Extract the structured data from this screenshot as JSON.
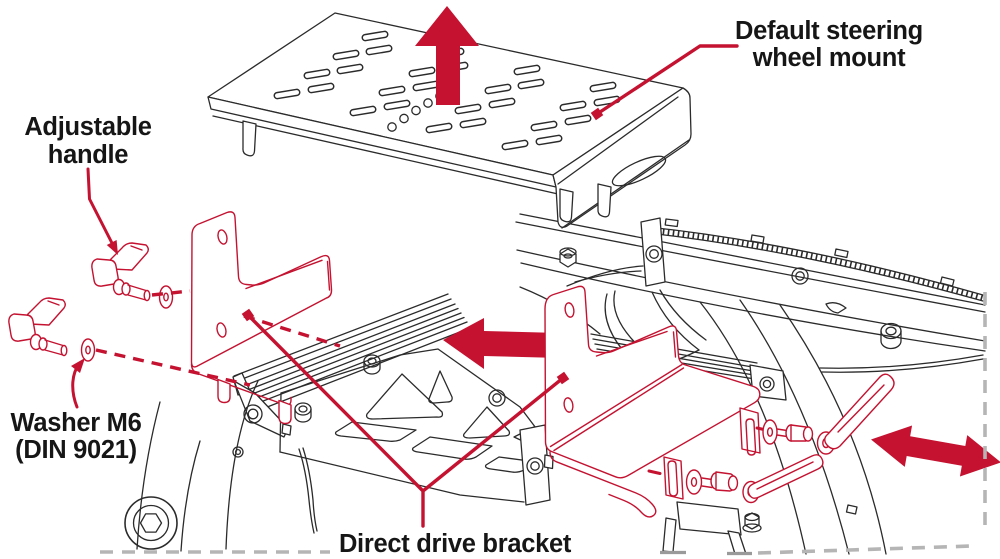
{
  "diagram": {
    "type": "exploded-assembly-instruction",
    "subject": "Sim racing rig wheel deck conversion to direct drive brackets",
    "labels": {
      "steering": {
        "line1": "Default steering",
        "line2": "wheel mount"
      },
      "handle": {
        "line1": "Adjustable",
        "line2": "handle"
      },
      "washer": {
        "line1": "Washer M6",
        "line2": "(DIN 9021)"
      },
      "bracket": {
        "text": "Direct drive bracket"
      }
    },
    "annotations": {
      "arrows": [
        {
          "name": "lift-up-arrow",
          "direction": "up",
          "meaning": "remove default steering wheel mount upward"
        },
        {
          "name": "slide-left-arrow",
          "direction": "left",
          "meaning": "slide direct drive bracket onto rail"
        },
        {
          "name": "slide-double-arrow",
          "direction": "diagonal-double",
          "meaning": "bracket position adjustable along arc"
        }
      ],
      "leader_dots": 3,
      "cutoff_border": "gray dashed line at bottom and right edge"
    }
  },
  "colors": {
    "highlight_red": "#c41230",
    "line_black": "#2b2b2b",
    "cutoff_gray": "#b5b5b5",
    "text_black": "#161616",
    "background": "#ffffff"
  }
}
